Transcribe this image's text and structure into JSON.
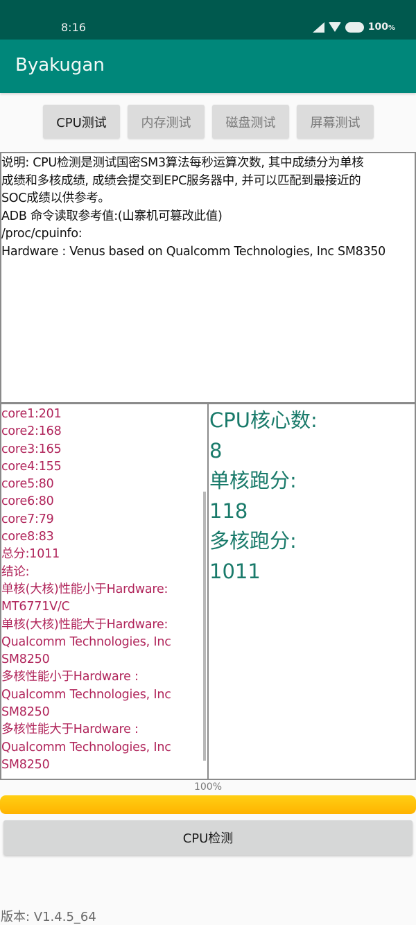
{
  "status_bar": {
    "time": "8:16",
    "battery": "100",
    "battery_unit": "%",
    "icons": [
      "signal-icon",
      "wifi-icon",
      "battery-icon"
    ]
  },
  "app_bar": {
    "title": "Byakugan"
  },
  "tabs": [
    {
      "label": "CPU测试",
      "active": true
    },
    {
      "label": "内存测试",
      "active": false
    },
    {
      "label": "磁盘测试",
      "active": false
    },
    {
      "label": "屏幕测试",
      "active": false
    }
  ],
  "description": {
    "lines": [
      "说明: CPU检测是测试国密SM3算法每秒运算次数, 其中成绩分为单核",
      "成绩和多核成绩, 成绩会提交到EPC服务器中, 并可以匹配到最接近的",
      "SOC成绩以供参考。",
      "ADB 命令读取参考值:(山寨机可篡改此值)",
      "/proc/cpuinfo:",
      "Hardware : Venus based on Qualcomm Technologies, Inc SM8350"
    ]
  },
  "core_results": {
    "lines": [
      "core1:201",
      "core2:168",
      "core3:165",
      "core4:155",
      "core5:80",
      "core6:80",
      "core7:79",
      "core8:83",
      "总分:1011",
      "结论:",
      "单核(大核)性能小于Hardware:",
      "MT6771V/C",
      "单核(大核)性能大于Hardware:",
      "Qualcomm Technologies, Inc",
      "SM8250",
      "多核性能小于Hardware :",
      "Qualcomm Technologies, Inc",
      "SM8250",
      "多核性能大于Hardware :",
      "Qualcomm Technologies, Inc",
      "SM8250"
    ]
  },
  "summary": {
    "core_count_label": "CPU核心数:",
    "core_count": "8",
    "single_core_label": "单核跑分:",
    "single_core_score": "118",
    "multi_core_label": "多核跑分:",
    "multi_core_score": "1011"
  },
  "progress": {
    "label": "100%",
    "value": 100
  },
  "action": {
    "button_label": "CPU检测"
  },
  "footer": {
    "version": "版本: V1.4.5_64"
  },
  "colors": {
    "status_bar": "#00594e",
    "app_bar": "#00877a",
    "result_text": "#b0245a",
    "summary_text": "#197a6a",
    "progress": "#ffc107"
  }
}
